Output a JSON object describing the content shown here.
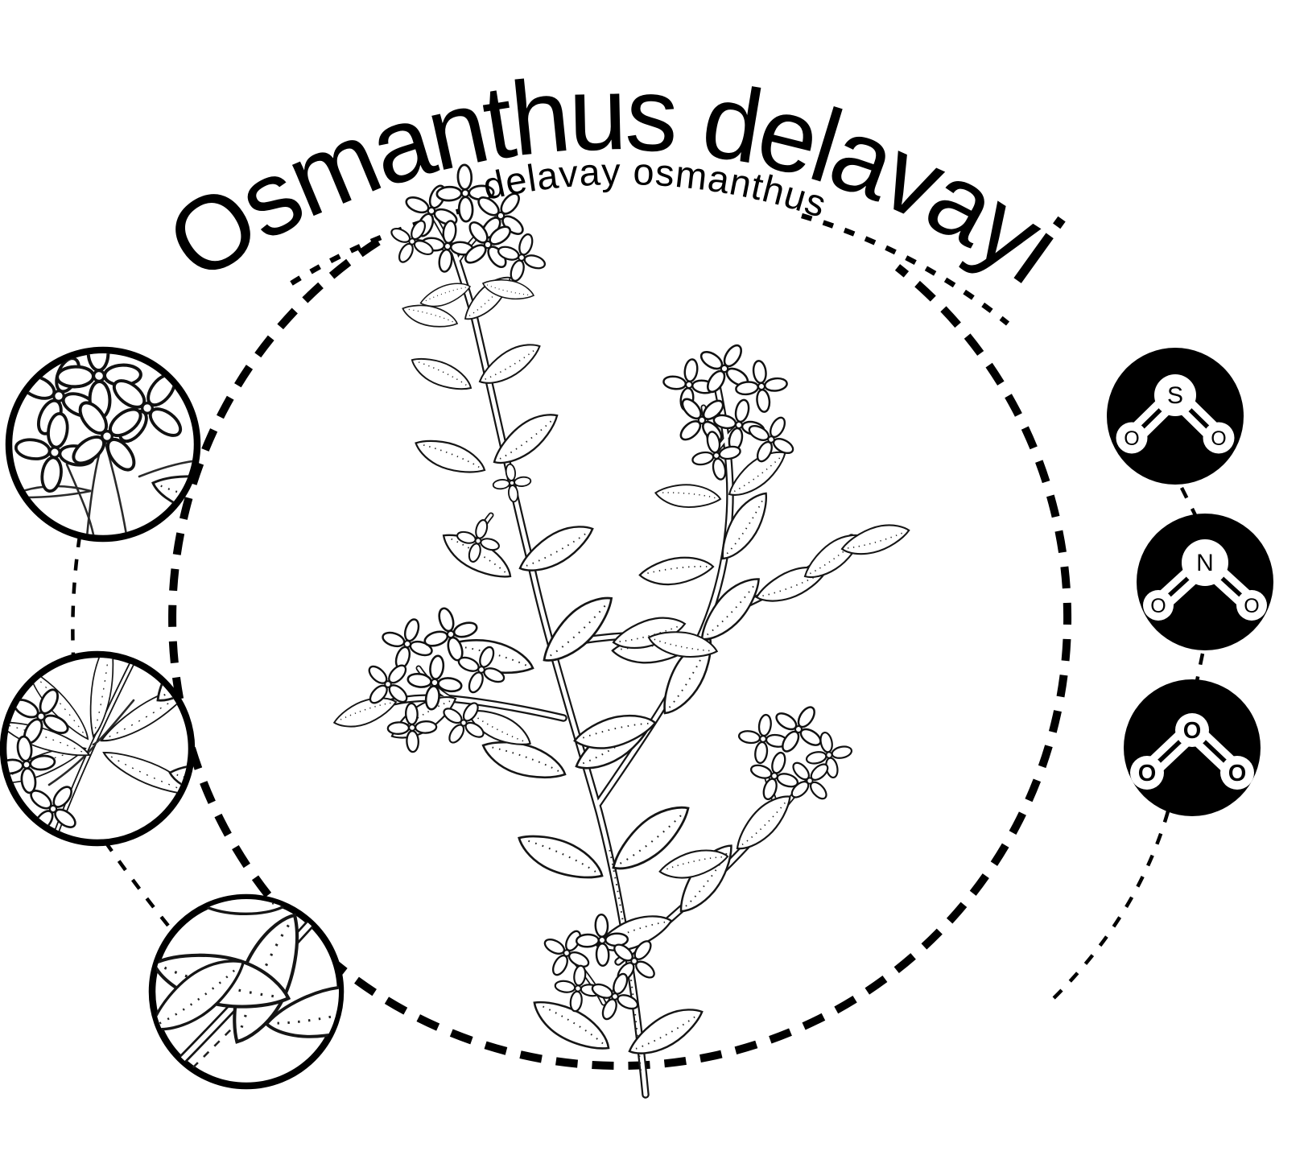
{
  "title": {
    "text": "Osmanthus delavayi"
  },
  "subtitle": {
    "text": "delavay osmanthus"
  },
  "main_figure": {
    "icon": "osmanthus-branch-line-drawing"
  },
  "detail_insets": [
    {
      "icon": "flower-cluster-closeup"
    },
    {
      "icon": "flowering-branch-closeup"
    },
    {
      "icon": "leaves-stem-closeup"
    }
  ],
  "molecules": [
    {
      "icon": "sulfur-dioxide-molecule",
      "center_atom": "S",
      "left_atom": "O",
      "right_atom": "O"
    },
    {
      "icon": "nitrogen-dioxide-molecule",
      "center_atom": "N",
      "left_atom": "O",
      "right_atom": "O"
    },
    {
      "icon": "ozone-molecule",
      "center_atom": "O",
      "left_atom": "O",
      "right_atom": "O"
    }
  ],
  "colors": {
    "ink": "#000000",
    "paper": "#ffffff"
  }
}
